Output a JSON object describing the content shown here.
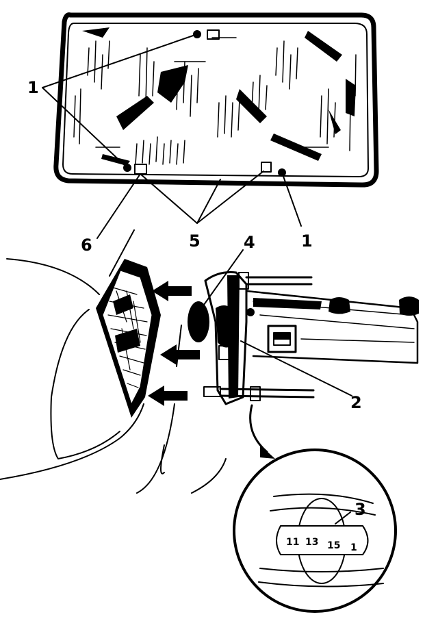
{
  "callouts": {
    "c1_left": "1",
    "c1_right": "1",
    "c2": "2",
    "c3": "3",
    "c4": "4",
    "c5": "5",
    "c6": "6"
  },
  "scale": {
    "t11": "11",
    "t13": "13",
    "t15": "15",
    "t17": "1"
  }
}
